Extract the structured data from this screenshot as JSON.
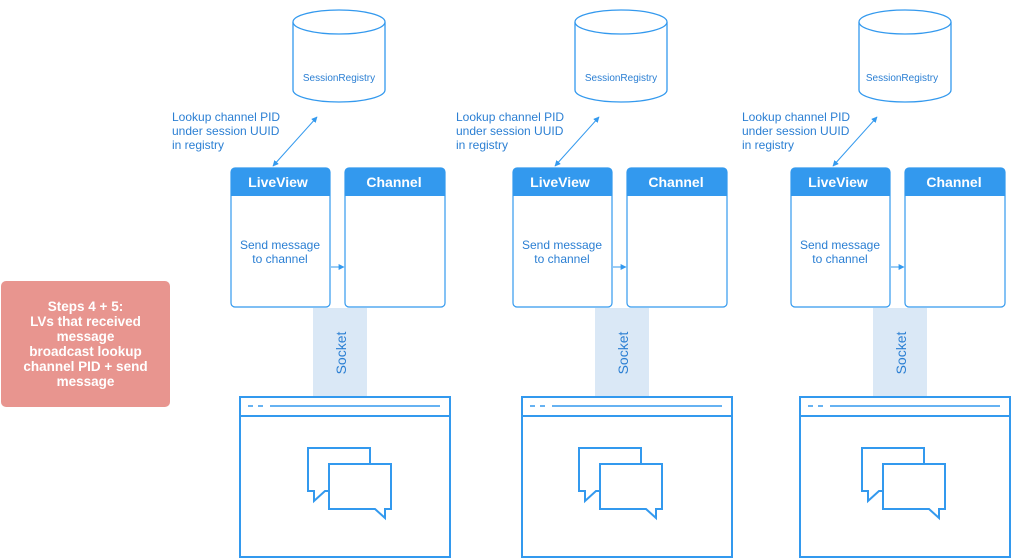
{
  "step_card": {
    "lines": [
      "Steps 4 + 5:",
      "LVs that received",
      "message",
      "broadcast lookup",
      "channel PID + send",
      "message"
    ]
  },
  "colors": {
    "accent": "#3399EE",
    "text": "#2B7FD3",
    "socket_fill": "#DAE8F6",
    "step_fill": "#E8958F"
  },
  "groups": [
    {
      "registry_label": "SessionRegistry",
      "lookup_lines": [
        "Lookup channel PID",
        "under session UUID",
        "in registry"
      ],
      "liveview_title": "LiveView",
      "liveview_body": [
        "Send message",
        "to channel"
      ],
      "channel_title": "Channel",
      "socket_label": "Socket",
      "browser_icons": [
        "browser-window-icon",
        "chat-bubbles-icon"
      ]
    },
    {
      "registry_label": "SessionRegistry",
      "lookup_lines": [
        "Lookup channel PID",
        "under session UUID",
        "in registry"
      ],
      "liveview_title": "LiveView",
      "liveview_body": [
        "Send message",
        "to channel"
      ],
      "channel_title": "Channel",
      "socket_label": "Socket",
      "browser_icons": [
        "browser-window-icon",
        "chat-bubbles-icon"
      ]
    },
    {
      "registry_label": "SessionRegistry",
      "lookup_lines": [
        "Lookup channel PID",
        "under session UUID",
        "in registry"
      ],
      "liveview_title": "LiveView",
      "liveview_body": [
        "Send message",
        "to channel"
      ],
      "channel_title": "Channel",
      "socket_label": "Socket",
      "browser_icons": [
        "browser-window-icon",
        "chat-bubbles-icon"
      ]
    }
  ]
}
